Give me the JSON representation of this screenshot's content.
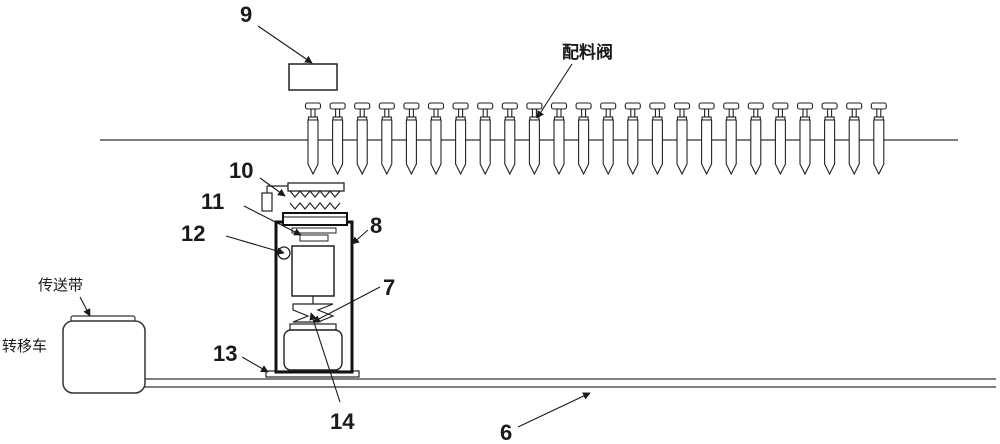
{
  "labels": {
    "n9": "9",
    "n10": "10",
    "n11": "11",
    "n12": "12",
    "n8": "8",
    "n7": "7",
    "n13": "13",
    "n14": "14",
    "n6": "6",
    "valve": "配料阀",
    "conveyor": "传送带",
    "cart": "转移车"
  },
  "valves": {
    "count": 24
  }
}
